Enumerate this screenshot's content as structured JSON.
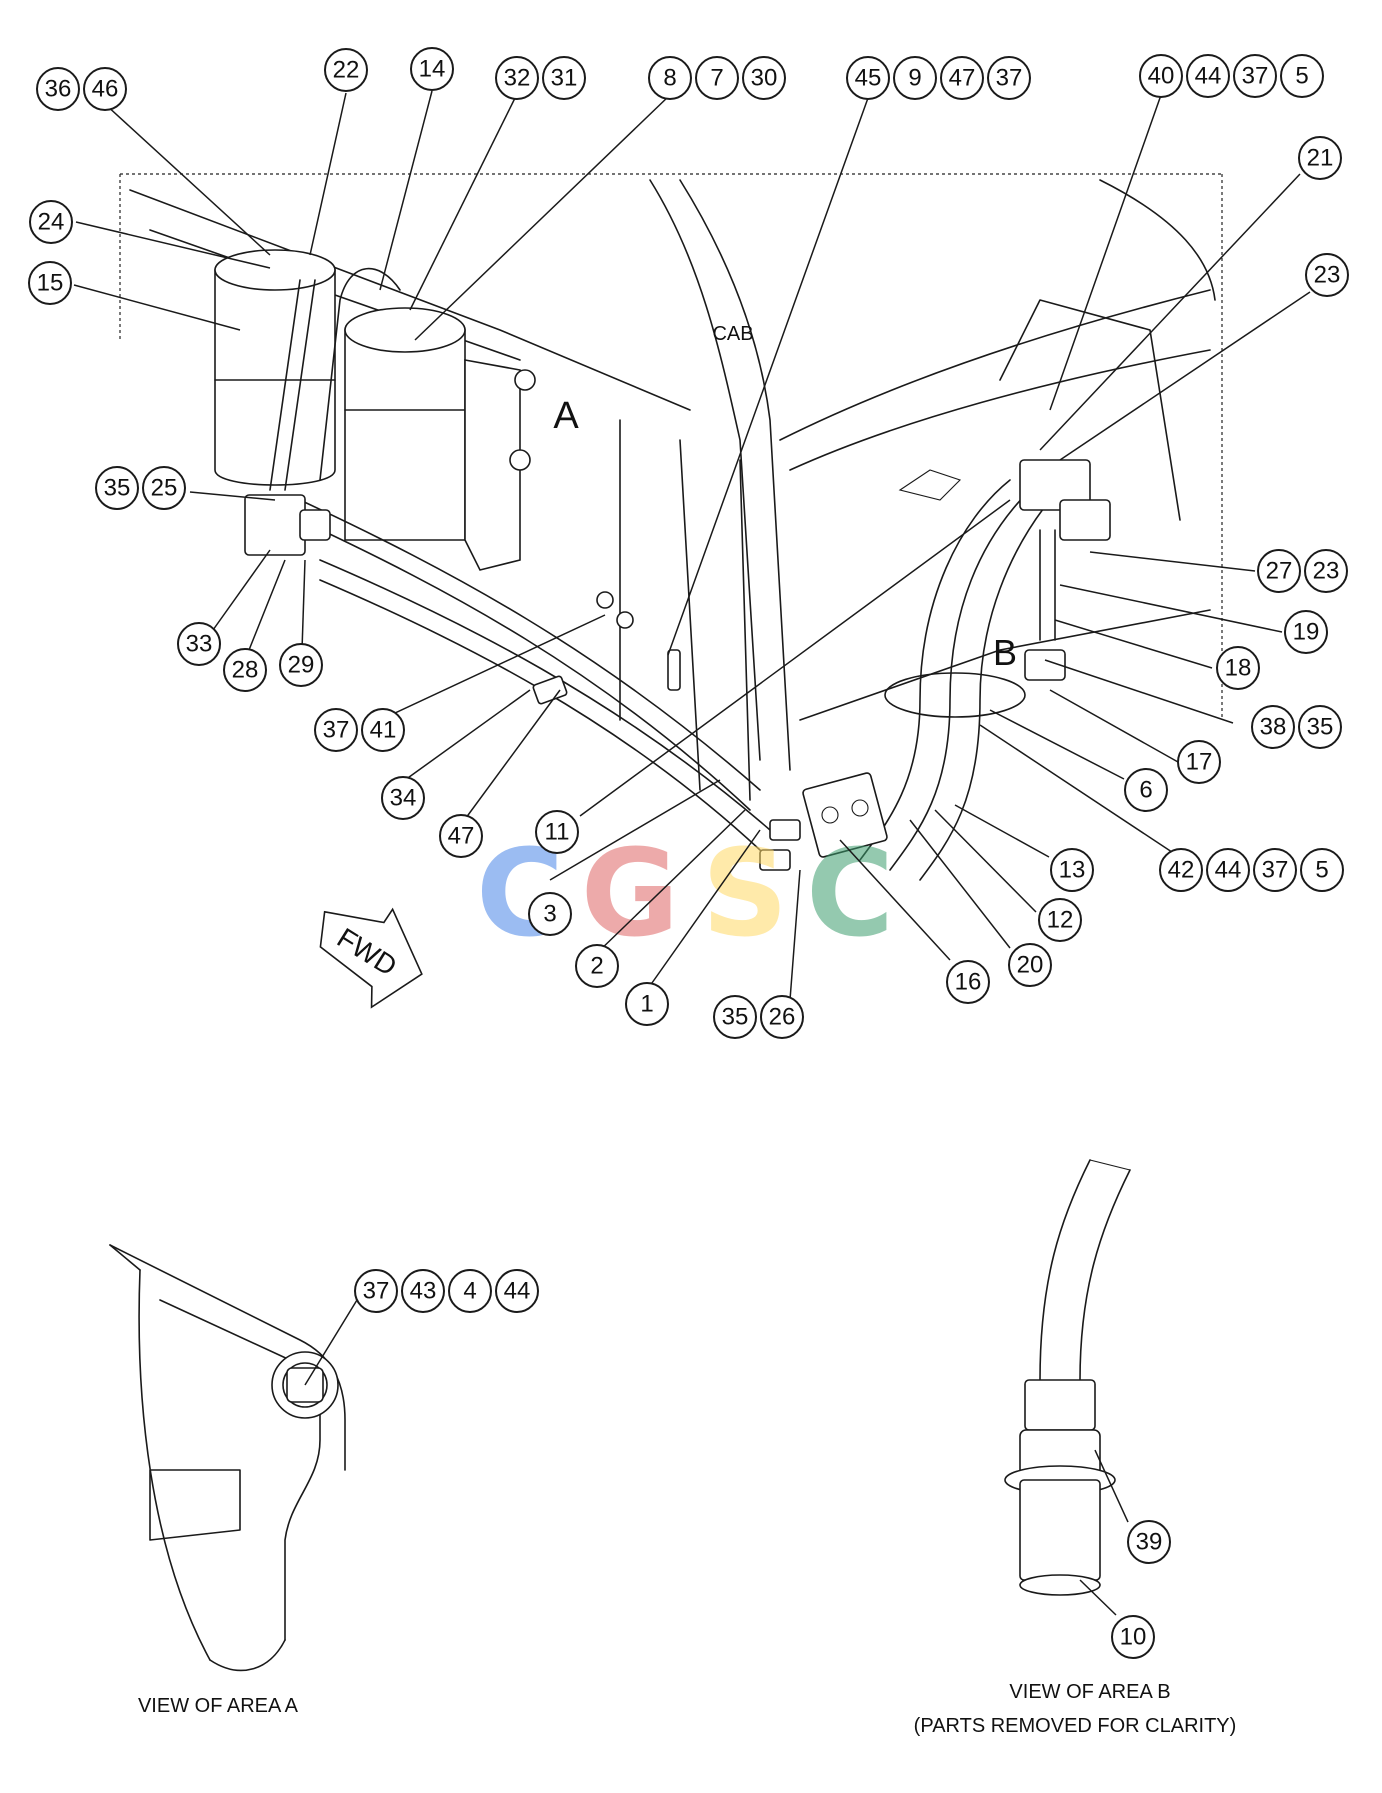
{
  "labels": {
    "cab": "CAB",
    "area_a": "A",
    "area_b": "B",
    "fwd": "FWD",
    "view_a": "VIEW OF AREA A",
    "view_b_line1": "VIEW OF AREA B",
    "view_b_line2": "(PARTS REMOVED FOR CLARITY)"
  },
  "watermark": {
    "letters": [
      "C",
      "G",
      "S",
      "C"
    ],
    "colors": [
      "#4a86e8",
      "#e06666",
      "#ffd966",
      "#3d9e6e"
    ]
  },
  "callouts": [
    {
      "id": "c36",
      "text": "36"
    },
    {
      "id": "c46",
      "text": "46"
    },
    {
      "id": "c22",
      "text": "22"
    },
    {
      "id": "c14",
      "text": "14"
    },
    {
      "id": "c32",
      "text": "32"
    },
    {
      "id": "c31",
      "text": "31"
    },
    {
      "id": "c8",
      "text": "8"
    },
    {
      "id": "c7",
      "text": "7"
    },
    {
      "id": "c30",
      "text": "30"
    },
    {
      "id": "c45",
      "text": "45"
    },
    {
      "id": "c9",
      "text": "9"
    },
    {
      "id": "c47a",
      "text": "47"
    },
    {
      "id": "c37a",
      "text": "37"
    },
    {
      "id": "c40",
      "text": "40"
    },
    {
      "id": "c44a",
      "text": "44"
    },
    {
      "id": "c37b",
      "text": "37"
    },
    {
      "id": "c5a",
      "text": "5"
    },
    {
      "id": "c21",
      "text": "21"
    },
    {
      "id": "c23a",
      "text": "23"
    },
    {
      "id": "c24",
      "text": "24"
    },
    {
      "id": "c15",
      "text": "15"
    },
    {
      "id": "c35a",
      "text": "35"
    },
    {
      "id": "c25",
      "text": "25"
    },
    {
      "id": "c27",
      "text": "27"
    },
    {
      "id": "c23b",
      "text": "23"
    },
    {
      "id": "c19",
      "text": "19"
    },
    {
      "id": "c18",
      "text": "18"
    },
    {
      "id": "c38",
      "text": "38"
    },
    {
      "id": "c35b",
      "text": "35"
    },
    {
      "id": "c17",
      "text": "17"
    },
    {
      "id": "c6",
      "text": "6"
    },
    {
      "id": "c33",
      "text": "33"
    },
    {
      "id": "c28",
      "text": "28"
    },
    {
      "id": "c29",
      "text": "29"
    },
    {
      "id": "c37c",
      "text": "37"
    },
    {
      "id": "c41",
      "text": "41"
    },
    {
      "id": "c34",
      "text": "34"
    },
    {
      "id": "c47b",
      "text": "47"
    },
    {
      "id": "c11",
      "text": "11"
    },
    {
      "id": "c13",
      "text": "13"
    },
    {
      "id": "c42",
      "text": "42"
    },
    {
      "id": "c44b",
      "text": "44"
    },
    {
      "id": "c37d",
      "text": "37"
    },
    {
      "id": "c5b",
      "text": "5"
    },
    {
      "id": "c12",
      "text": "12"
    },
    {
      "id": "c3",
      "text": "3"
    },
    {
      "id": "c20",
      "text": "20"
    },
    {
      "id": "c2",
      "text": "2"
    },
    {
      "id": "c16",
      "text": "16"
    },
    {
      "id": "c1",
      "text": "1"
    },
    {
      "id": "c35c",
      "text": "35"
    },
    {
      "id": "c26",
      "text": "26"
    },
    {
      "id": "c37e",
      "text": "37"
    },
    {
      "id": "c43",
      "text": "43"
    },
    {
      "id": "c4",
      "text": "4"
    },
    {
      "id": "c44c",
      "text": "44"
    },
    {
      "id": "c39",
      "text": "39"
    },
    {
      "id": "c10",
      "text": "10"
    }
  ]
}
